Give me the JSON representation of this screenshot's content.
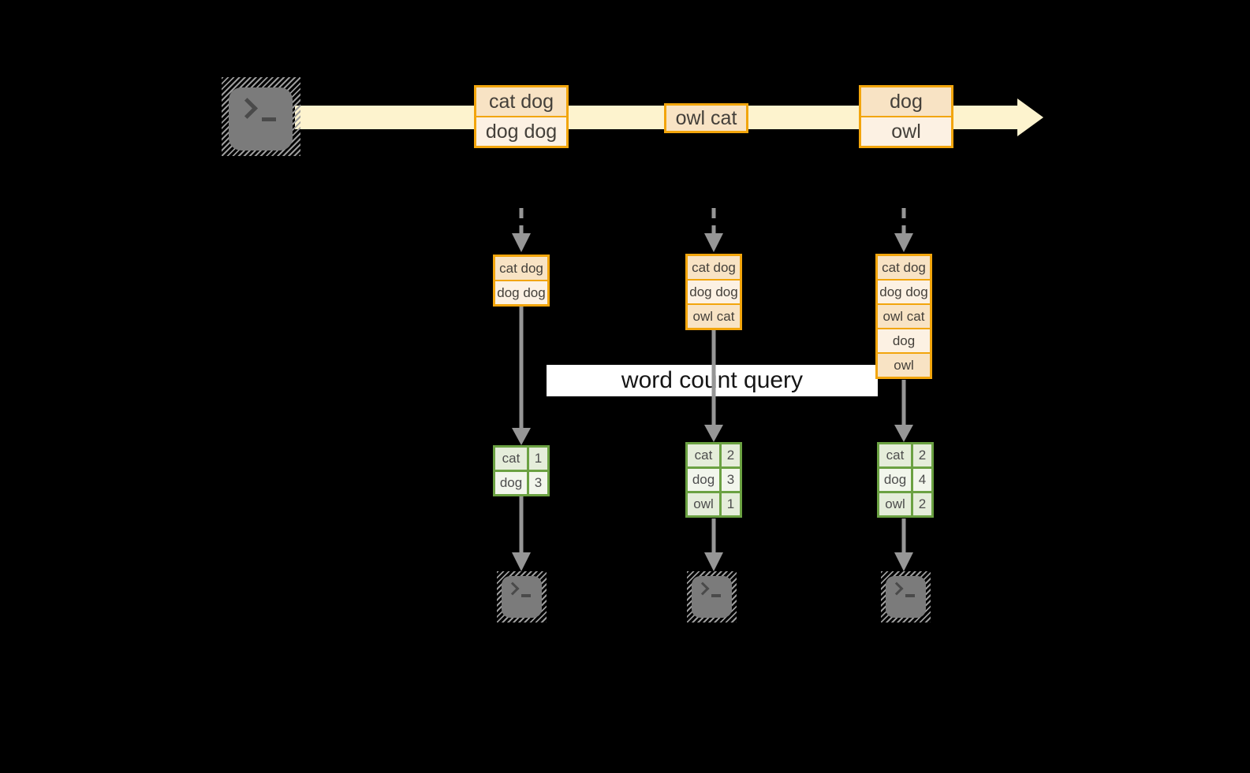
{
  "query": {
    "label": "word count query"
  },
  "stream": {
    "boxes": [
      {
        "rows": [
          "cat dog",
          "dog dog"
        ]
      },
      {
        "rows": [
          "owl cat"
        ]
      },
      {
        "rows": [
          "dog",
          "owl"
        ]
      }
    ]
  },
  "state_boxes": [
    {
      "rows": [
        "cat dog",
        "dog dog"
      ]
    },
    {
      "rows": [
        "cat dog",
        "dog dog",
        "owl cat"
      ]
    },
    {
      "rows": [
        "cat dog",
        "dog dog",
        "owl cat",
        "dog",
        "owl"
      ]
    }
  ],
  "count_tables": [
    {
      "rows": [
        {
          "word": "cat",
          "count": "1"
        },
        {
          "word": "dog",
          "count": "3"
        }
      ]
    },
    {
      "rows": [
        {
          "word": "cat",
          "count": "2"
        },
        {
          "word": "dog",
          "count": "3"
        },
        {
          "word": "owl",
          "count": "1"
        }
      ]
    },
    {
      "rows": [
        {
          "word": "cat",
          "count": "2"
        },
        {
          "word": "dog",
          "count": "4"
        },
        {
          "word": "owl",
          "count": "2"
        }
      ]
    }
  ],
  "icons": {
    "source": "terminal-icon",
    "sinks": [
      "terminal-icon",
      "terminal-icon",
      "terminal-icon"
    ]
  },
  "colors": {
    "accent_gold": "#F2A50C",
    "fill_peach": "#F8E3C4",
    "fill_cream": "#FCF1E3",
    "stream_band": "#FDF3CE",
    "green_border": "#6BA142",
    "green_fill_dark": "#E5EDDA",
    "green_fill_light": "#F2F6EC",
    "arrow_gray": "#969696",
    "background": "#000000"
  }
}
